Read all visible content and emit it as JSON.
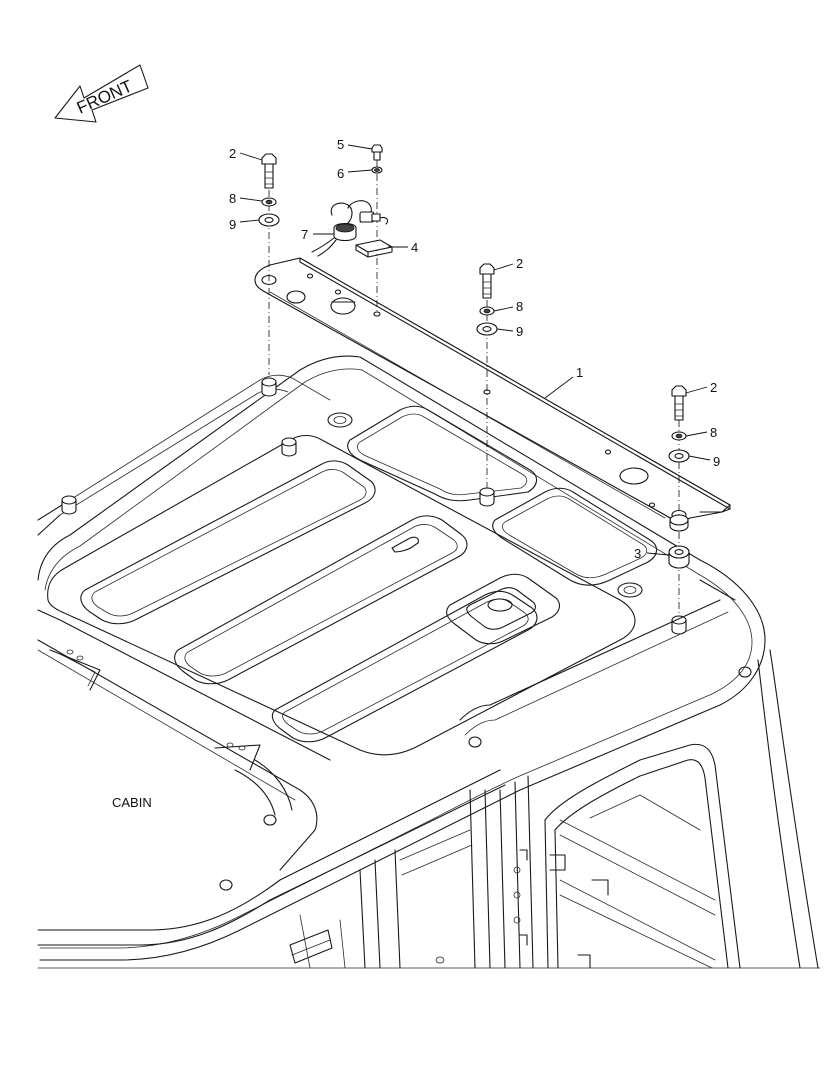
{
  "diagram": {
    "front_label": "FRONT",
    "cabin_label": "CABIN",
    "callouts": [
      {
        "label": "2"
      },
      {
        "label": "8"
      },
      {
        "label": "9"
      },
      {
        "label": "5"
      },
      {
        "label": "6"
      },
      {
        "label": "7"
      },
      {
        "label": "4"
      },
      {
        "label": "2"
      },
      {
        "label": "8"
      },
      {
        "label": "9"
      },
      {
        "label": "1"
      },
      {
        "label": "2"
      },
      {
        "label": "8"
      },
      {
        "label": "9"
      },
      {
        "label": "3"
      }
    ]
  }
}
